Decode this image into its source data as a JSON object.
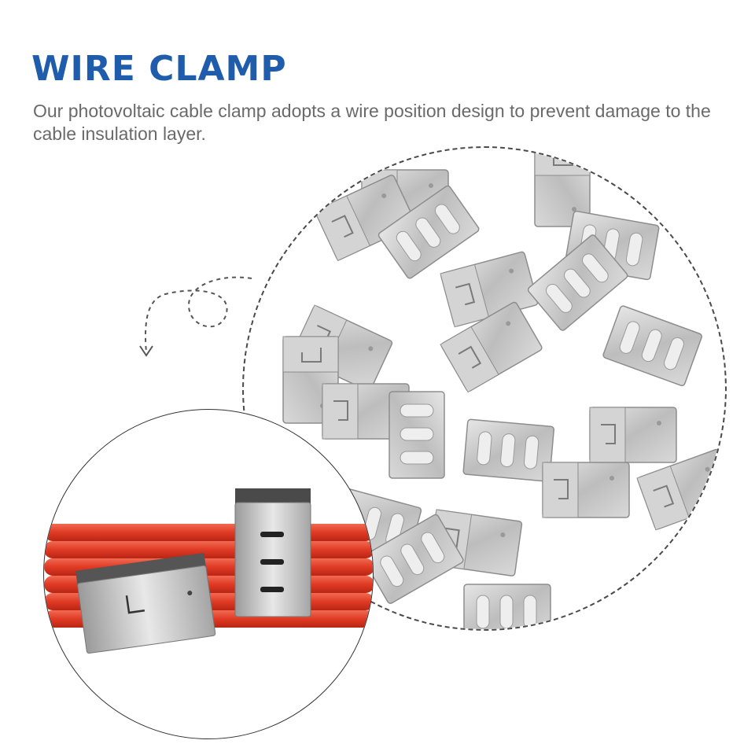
{
  "header": {
    "title": "WIRE CLAMP",
    "description": "Our photovoltaic cable clamp adopts a wire position design to prevent damage to the cable insulation layer."
  },
  "colors": {
    "title": "#1f5cab",
    "description": "#6a6a6a",
    "cable": "#e8412c",
    "clamp_metal": "#c9c9c9",
    "dashed_outline": "#4a4a4a"
  },
  "images": {
    "clamp_pile": "pile-of-stainless-steel-wire-clamps",
    "clamp_on_cables": "wire-clamps-holding-red-pv-cables"
  },
  "icons": {
    "arrow": "dashed-curved-arrow-icon"
  }
}
